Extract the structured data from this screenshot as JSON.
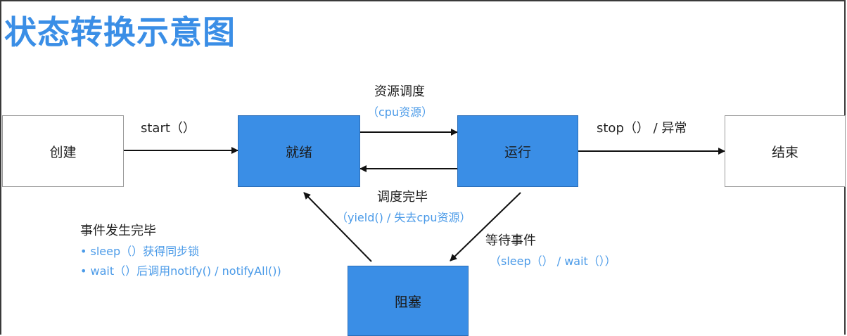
{
  "title": "状态转换示意图",
  "states": {
    "create": "创建",
    "ready": "就绪",
    "running": "运行",
    "end": "结束",
    "blocked": "阻塞"
  },
  "transitions": {
    "start": "start（）",
    "schedule": "资源调度",
    "schedule_detail": "（cpu资源）",
    "complete": "调度完毕",
    "complete_detail": "（yield() / 失去cpu资源）",
    "stop": "stop（） / 异常",
    "wait": "等待事件",
    "wait_detail": "（sleep（） / wait（））",
    "event_done": "事件发生完毕",
    "event_items": [
      "• sleep（）获得同步锁",
      "• wait（）后调用notify() / notifyAll())"
    ]
  },
  "colors": {
    "accent": "#3a8ee6",
    "sub_text": "#4a9ae8"
  }
}
